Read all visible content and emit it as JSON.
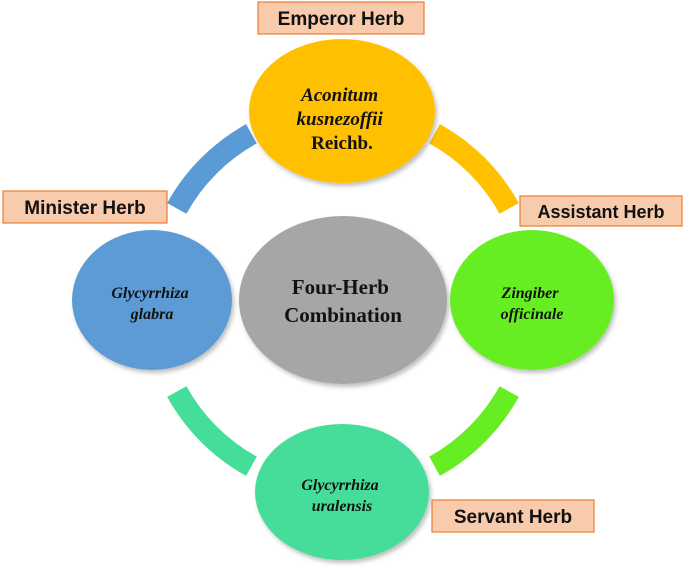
{
  "center": {
    "line1": "Four-Herb",
    "line2": "Combination"
  },
  "herbs": {
    "emperor": {
      "role": "Emperor Herb",
      "name_line1": "Aconitum",
      "name_line2": "kusnezoffii",
      "name_line3": "Reichb."
    },
    "minister": {
      "role": "Minister Herb",
      "name_line1": "Glycyrrhiza",
      "name_line2": "glabra"
    },
    "assistant": {
      "role": "Assistant Herb",
      "name_line1": "Zingiber",
      "name_line2": "officinale"
    },
    "servant": {
      "role": "Servant Herb",
      "name_line1": "Glycyrrhiza",
      "name_line2": "uralensis"
    }
  },
  "colors": {
    "emperor": "#FFC000",
    "minister": "#5B9BD5",
    "assistant": "#66EE22",
    "servant": "#44DD99",
    "center": "#A6A6A6",
    "label_fill": "#F8CBAD",
    "label_border": "#ED7D31"
  }
}
